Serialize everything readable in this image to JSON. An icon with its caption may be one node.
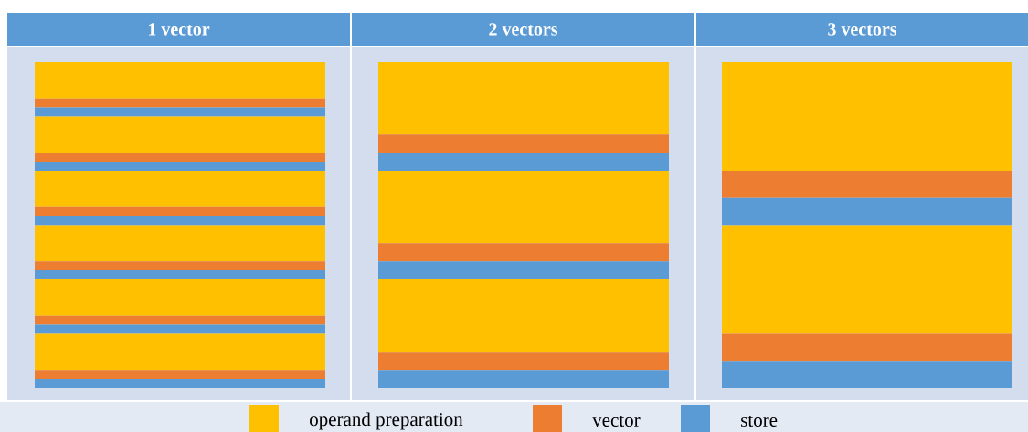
{
  "diagram": {
    "nodes": [
      {
        "text": [
          "1 vector"
        ]
      },
      {
        "text": [
          "2 vectors"
        ]
      },
      {
        "text": [
          "3 vectors"
        ]
      }
    ],
    "legend": [
      {
        "text": "operand preparation",
        "color": "#ffc000"
      },
      {
        "text": "vector",
        "color": "#ed7d31"
      },
      {
        "text": "store",
        "color": "#5b9bd5"
      }
    ]
  }
}
